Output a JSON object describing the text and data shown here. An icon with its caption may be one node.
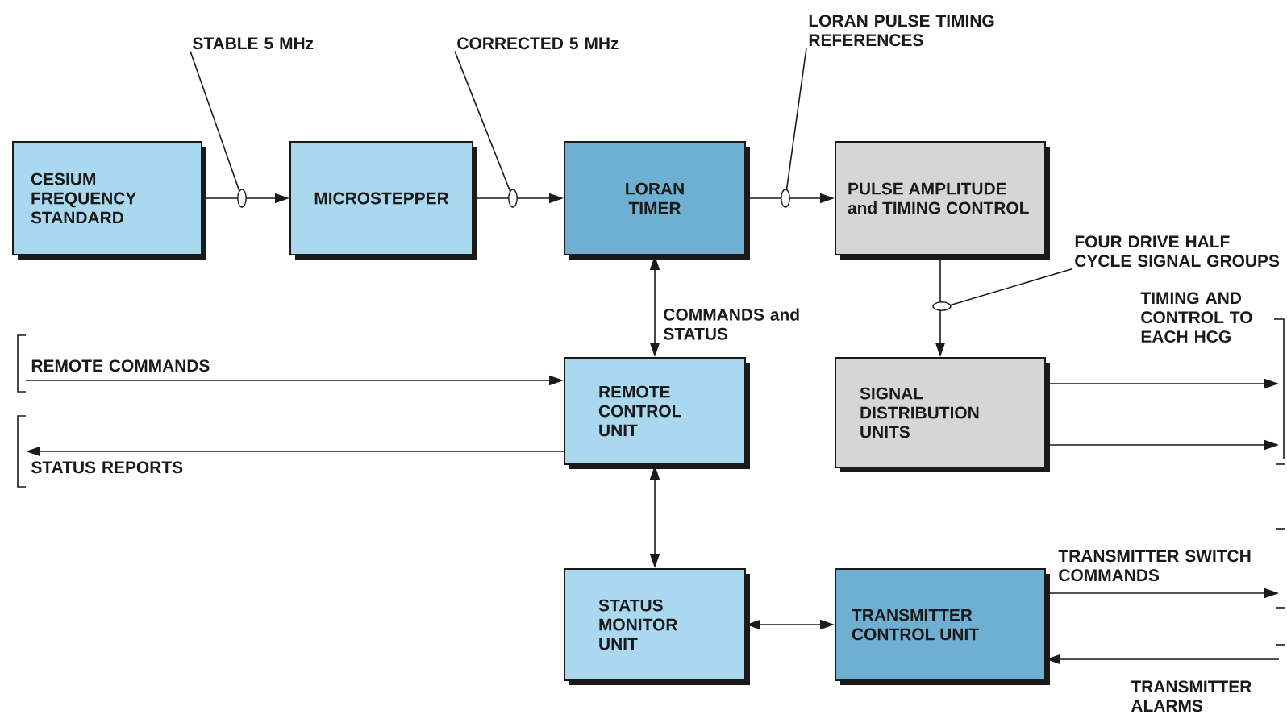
{
  "diagram": {
    "nodes": [
      {
        "text": [
          "CESIUM FREQUENCY STANDARD"
        ]
      },
      {
        "text": [
          "MICROSTEPPER"
        ]
      },
      {
        "text": [
          "LORAN TIMER"
        ]
      },
      {
        "text": [
          "PULSE AMPLITUDE and TIMING CONTROL"
        ]
      },
      {
        "text": [
          "REMOTE CONTROL UNIT"
        ]
      },
      {
        "text": [
          "SIGNAL DISTRIBUTION UNITS"
        ]
      },
      {
        "text": [
          "STATUS MONITOR UNIT"
        ]
      },
      {
        "text": [
          "TRANSMITTER CONTROL UNIT"
        ]
      },
      {
        "text": [
          "STABLE 5 MHz"
        ]
      },
      {
        "text": [
          "CORRECTED 5 MHz"
        ]
      },
      {
        "text": [
          "LORAN PULSE TIMING REFERENCES"
        ]
      },
      {
        "text": [
          "FOUR DRIVE HALF CYCLE SIGNAL GROUPS"
        ]
      }
    ],
    "edges": [
      {
        "from": 0,
        "to": 1,
        "arrow": "to"
      },
      {
        "from": 1,
        "to": 2,
        "arrow": "to"
      },
      {
        "from": 2,
        "to": 3,
        "arrow": "to"
      },
      {
        "from": 2,
        "to": 4,
        "arrow": "both",
        "label": "COMMANDS and STATUS"
      },
      {
        "from": 3,
        "to": 5,
        "arrow": "to"
      },
      {
        "from": 4,
        "to": 6,
        "arrow": "both"
      },
      {
        "from": 6,
        "to": 7,
        "arrow": "both"
      },
      {
        "from": null,
        "to": 4,
        "arrow": "to",
        "label": "REMOTE COMMANDS"
      },
      {
        "from": 4,
        "to": null,
        "arrow": "to",
        "label": "STATUS REPORTS"
      },
      {
        "from": 5,
        "to": null,
        "arrow": "to"
      },
      {
        "from": 5,
        "to": null,
        "arrow": "to"
      },
      {
        "from": 7,
        "to": null,
        "arrow": "to",
        "label": "TRANSMITTER SWITCH COMMANDS"
      },
      {
        "from": null,
        "to": 7,
        "arrow": "to",
        "label": "TRANSMITTER ALARMS"
      },
      {
        "from": 8,
        "to": null,
        "arrow": "other"
      },
      {
        "from": 9,
        "to": null,
        "arrow": "other"
      },
      {
        "from": 10,
        "to": null,
        "arrow": "other"
      },
      {
        "from": 11,
        "to": null,
        "arrow": "other"
      }
    ],
    "labels": [
      "TIMING AND CONTROL TO EACH HCG"
    ]
  }
}
